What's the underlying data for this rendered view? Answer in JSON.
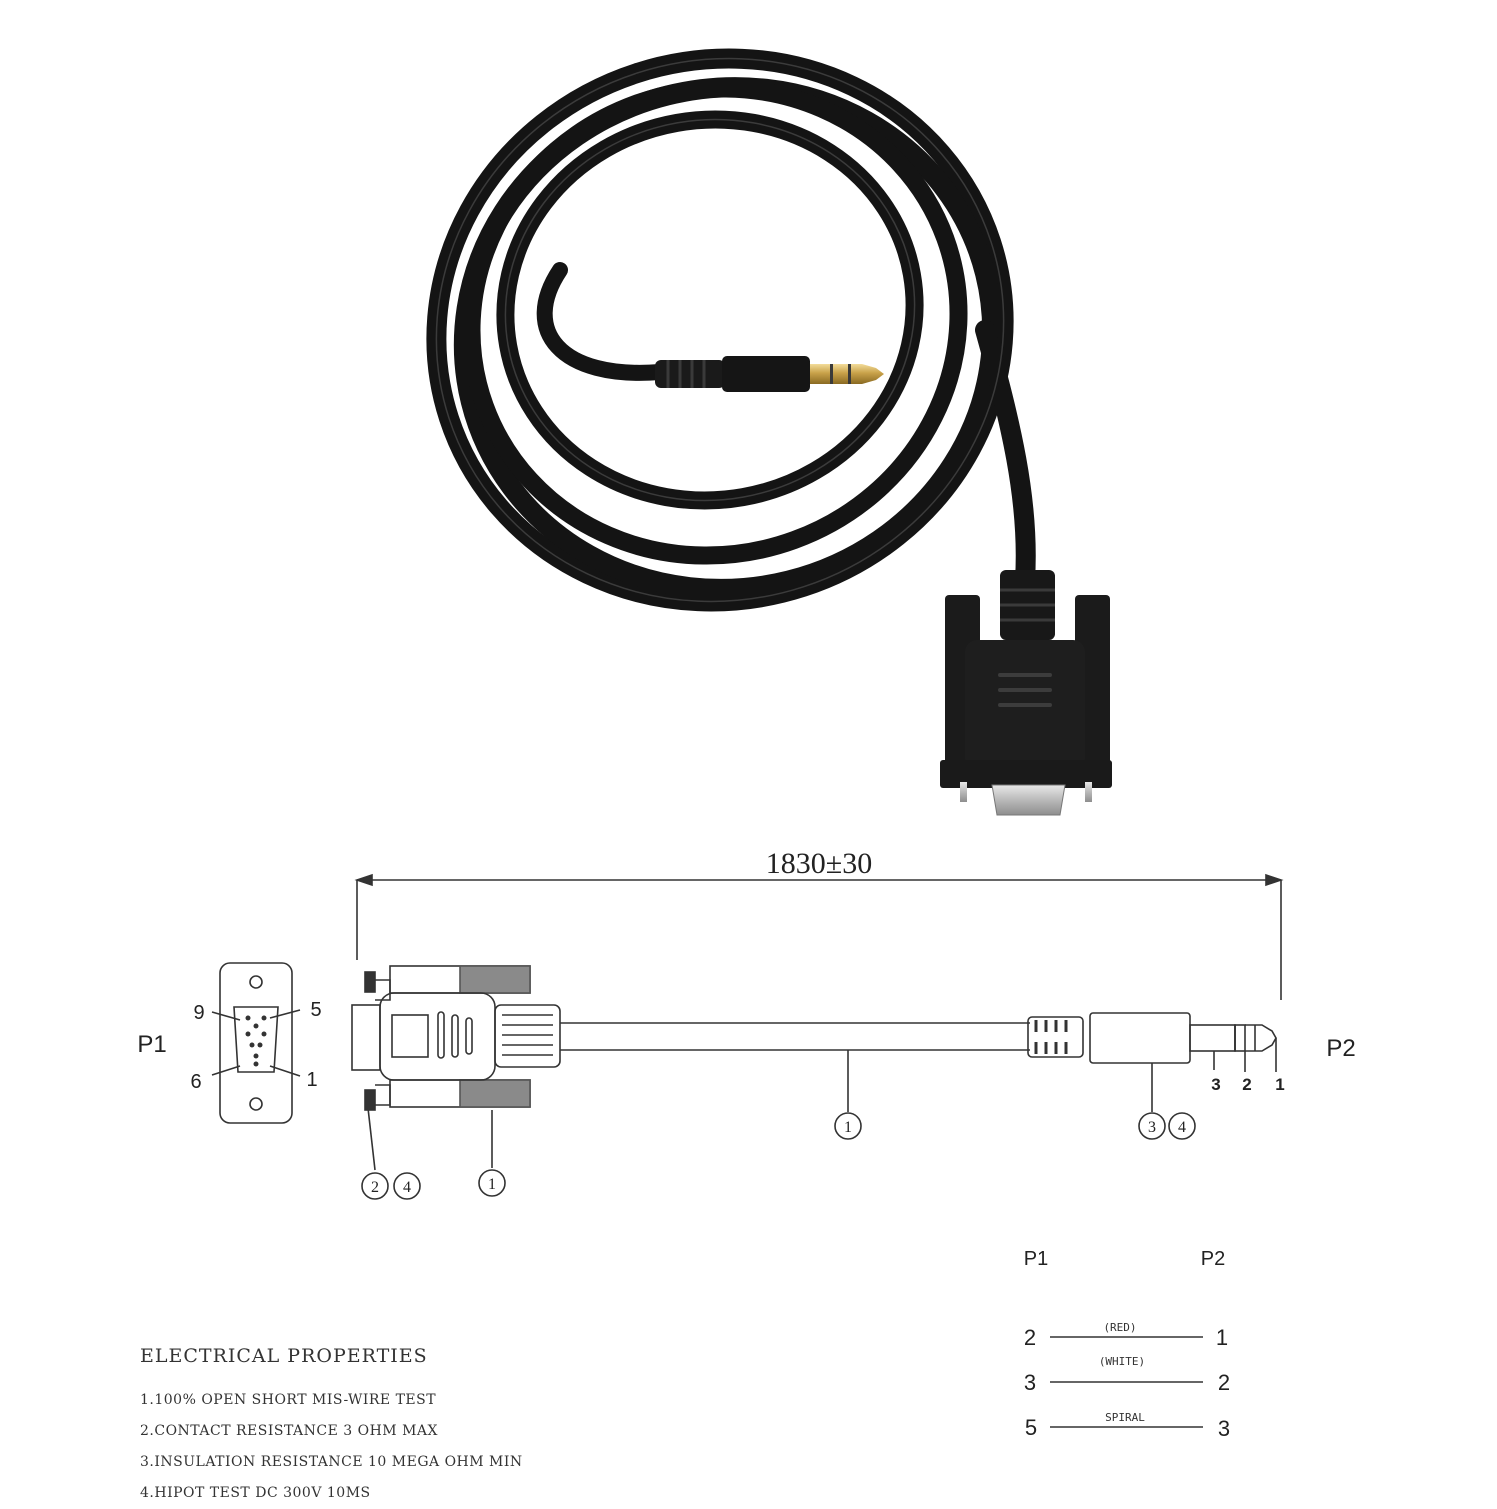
{
  "dimension": {
    "text": "1830±30"
  },
  "connectors": {
    "p1_label": "P1",
    "p2_label": "P2"
  },
  "db9_pins": {
    "pin9": "9",
    "pin5": "5",
    "pin6": "6",
    "pin1": "1"
  },
  "callouts": {
    "cable": "1",
    "db9_shell": "1",
    "screws_a": "2",
    "screws_b": "4",
    "jack_a": "3",
    "jack_b": "4"
  },
  "jack_pins": {
    "sleeve": "3",
    "ring": "2",
    "tip": "1"
  },
  "wiring": {
    "header_p1": "P1",
    "header_p2": "P2",
    "rows": [
      {
        "p1": "2",
        "label": "(RED)",
        "p2": "1"
      },
      {
        "p1": "3",
        "label": "(WHITE)",
        "p2": "2"
      },
      {
        "p1": "5",
        "label": "SPIRAL",
        "p2": "3"
      }
    ]
  },
  "electrical": {
    "title": "ELECTRICAL PROPERTIES",
    "items": [
      "1.100% OPEN SHORT MIS-WIRE TEST",
      "2.CONTACT RESISTANCE 3 OHM MAX",
      "3.INSULATION RESISTANCE 10 MEGA OHM MIN",
      "4.HIPOT TEST DC 300V 10MS"
    ]
  },
  "colors": {
    "cable": "#141414",
    "gold": "#c9a24a",
    "line": "#333333"
  }
}
